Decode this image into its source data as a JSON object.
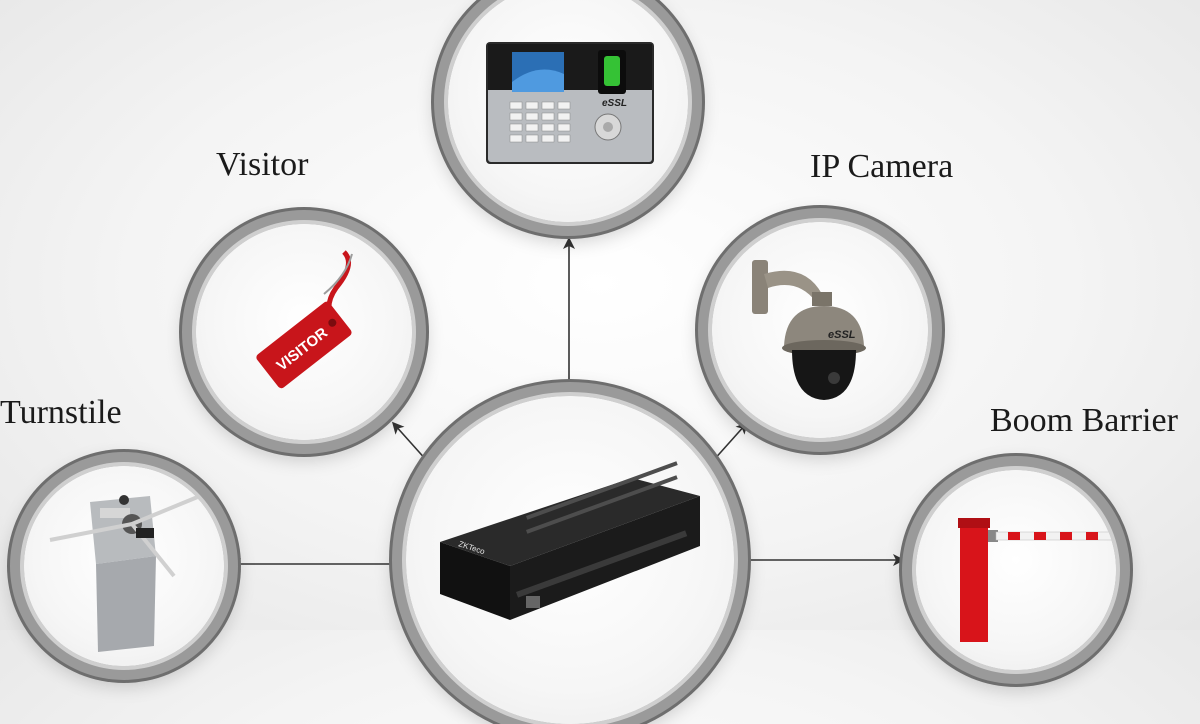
{
  "labels": {
    "visitor": "Visitor",
    "ip_camera": "IP Camera",
    "turnstile": "Turnstile",
    "boom_barrier": "Boom Barrier"
  },
  "devices": {
    "biometric_brand": "eSSL",
    "camera_brand": "eSSL",
    "visitor_tag_text": "VISITOR",
    "controller_brand": "ZKTeco"
  },
  "colors": {
    "ring": "#9a9a9a",
    "tag_red": "#c8151b",
    "controller_black": "#1b1b1b",
    "camera_gray": "#8d877d",
    "barrier_red": "#d8141a",
    "arrow": "#333333"
  }
}
